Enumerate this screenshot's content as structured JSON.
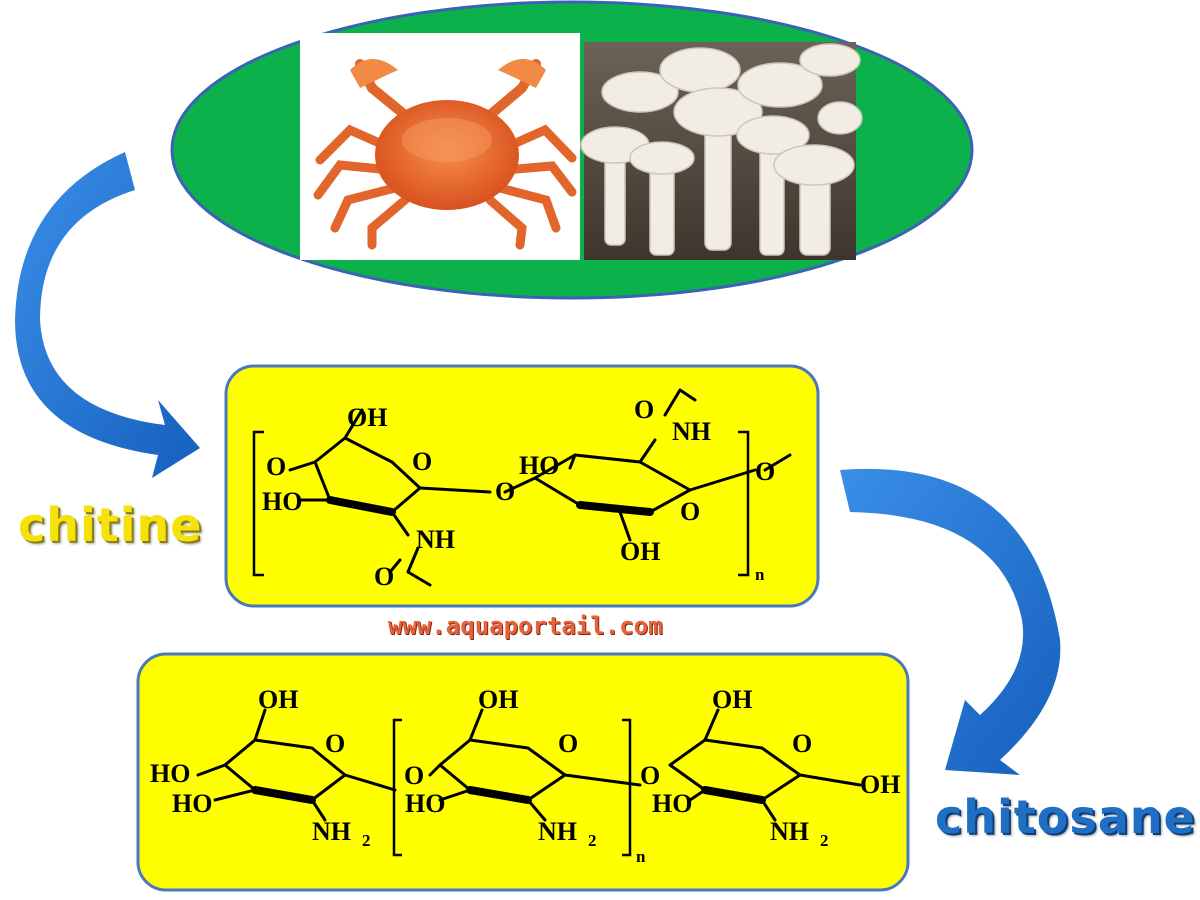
{
  "labels": {
    "chitine": "chitine",
    "chitosane": "chitosane",
    "url": "www.aquaportail.com"
  },
  "chitin_atoms": {
    "oh_top": "OH",
    "o_ring1": "O",
    "ho_left": "HO",
    "nh1": "NH",
    "o_acetyl1": "O",
    "o_glyco": "O",
    "ho_ring2": "HO",
    "o_acetyl2": "O",
    "nh2": "NH",
    "o_ring2": "O",
    "oh_bottom": "OH",
    "o_right": "O",
    "n_subscript": "n"
  },
  "chitosan_atoms": {
    "oh1": "OH",
    "o_ring1": "O",
    "ho1a": "HO",
    "ho1b": "HO",
    "nh2_1": "NH",
    "sub1": "2",
    "o_link1": "O",
    "oh2": "OH",
    "o_ring2": "O",
    "ho2": "HO",
    "nh2_2": "NH",
    "sub2": "2",
    "n_subscript": "n",
    "o_link2": "O",
    "oh3": "OH",
    "o_ring3": "O",
    "ho3": "HO",
    "oh3_right": "OH",
    "nh2_3": "NH",
    "sub3": "2"
  },
  "colors": {
    "oval_fill": "#0db14b",
    "oval_stroke": "#3a63b5",
    "box_fill": "#ffff00",
    "box_stroke": "#4a78c0",
    "arrow": "#1e73d2"
  },
  "images": {
    "crab": "crab-photo",
    "mushrooms": "mushroom-photo"
  }
}
